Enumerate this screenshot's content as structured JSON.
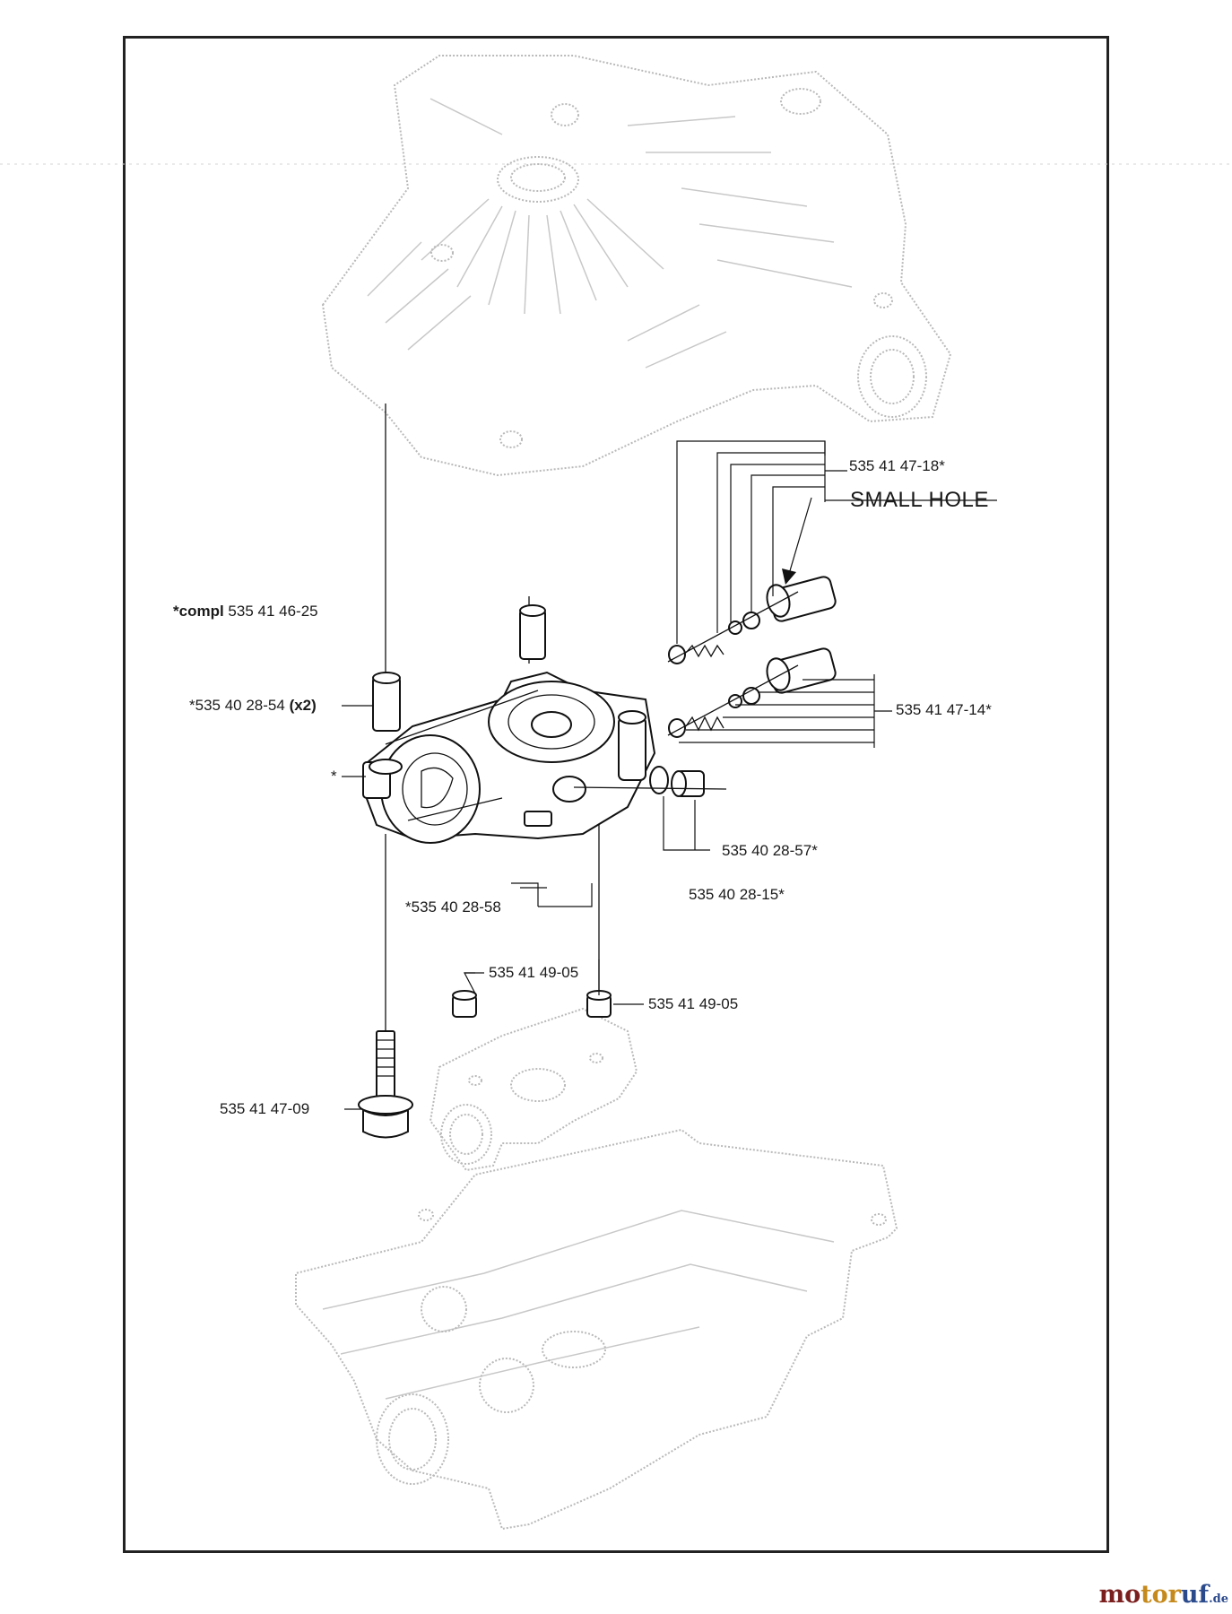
{
  "labels": {
    "compl_prefix": "*compl",
    "compl_number": "535 41 46-25",
    "bushing_x2_number": "*535 40 28-54",
    "bushing_x2_qty": "(x2)",
    "asterisk_body": "*",
    "valve_upper": "535 41 47-18*",
    "small_hole": "SMALL HOLE",
    "valve_lower": "535 41 47-14*",
    "fitting": "535 40 28-57*",
    "oring": "535 40 28-15*",
    "plate": "*535 40 28-58",
    "pin_left": "535 41 49-05",
    "pin_right": "535 41 49-05",
    "bolt": "535 41 47-09"
  },
  "logo": {
    "part1": "mo",
    "part2": "tor",
    "part3": "uf",
    "tld": ".de"
  },
  "colors": {
    "ghost_lines": "#b9b9b9",
    "frame": "#222222",
    "logo_red": "#7a1e1e",
    "logo_orange": "#c58a1b",
    "logo_blue": "#2b4a8c"
  }
}
